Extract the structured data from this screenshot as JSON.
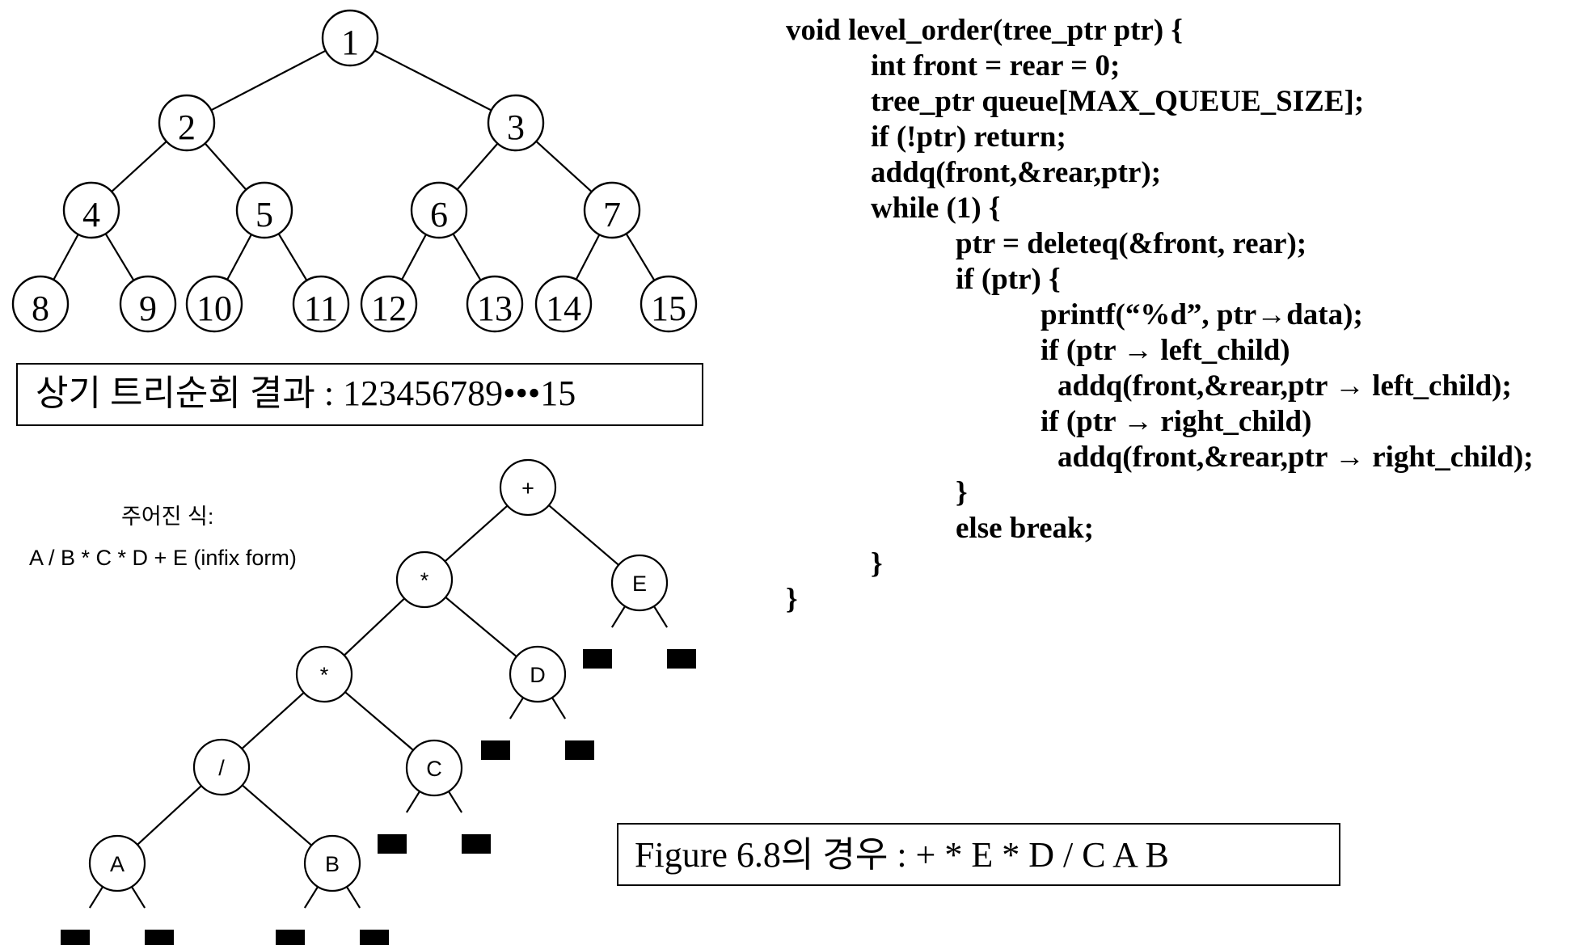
{
  "level_tree": {
    "nodes": [
      {
        "id": 1,
        "label": "1"
      },
      {
        "id": 2,
        "label": "2"
      },
      {
        "id": 3,
        "label": "3"
      },
      {
        "id": 4,
        "label": "4"
      },
      {
        "id": 5,
        "label": "5"
      },
      {
        "id": 6,
        "label": "6"
      },
      {
        "id": 7,
        "label": "7"
      },
      {
        "id": 8,
        "label": "8"
      },
      {
        "id": 9,
        "label": "9"
      },
      {
        "id": 10,
        "label": "10"
      },
      {
        "id": 11,
        "label": "11"
      },
      {
        "id": 12,
        "label": "12"
      },
      {
        "id": 13,
        "label": "13"
      },
      {
        "id": 14,
        "label": "14"
      },
      {
        "id": 15,
        "label": "15"
      }
    ],
    "edges": [
      [
        1,
        2
      ],
      [
        1,
        3
      ],
      [
        2,
        4
      ],
      [
        2,
        5
      ],
      [
        3,
        6
      ],
      [
        3,
        7
      ],
      [
        4,
        8
      ],
      [
        4,
        9
      ],
      [
        5,
        10
      ],
      [
        5,
        11
      ],
      [
        6,
        12
      ],
      [
        6,
        13
      ],
      [
        7,
        14
      ],
      [
        7,
        15
      ]
    ]
  },
  "traversal_result": "상기 트리순회 결과 : 123456789•••15",
  "expression": {
    "caption_title": "주어진 식:",
    "caption_expr": "A / B * C * D + E  (infix form)"
  },
  "expr_tree": {
    "nodes": [
      {
        "id": "plus",
        "label": "+"
      },
      {
        "id": "mul1",
        "label": "*"
      },
      {
        "id": "E",
        "label": "E"
      },
      {
        "id": "mul2",
        "label": "*"
      },
      {
        "id": "D",
        "label": "D"
      },
      {
        "id": "div",
        "label": "/"
      },
      {
        "id": "C",
        "label": "C"
      },
      {
        "id": "A",
        "label": "A"
      },
      {
        "id": "B",
        "label": "B"
      }
    ],
    "edges": [
      [
        "plus",
        "mul1"
      ],
      [
        "plus",
        "E"
      ],
      [
        "mul1",
        "mul2"
      ],
      [
        "mul1",
        "D"
      ],
      [
        "mul2",
        "div"
      ],
      [
        "mul2",
        "C"
      ],
      [
        "div",
        "A"
      ],
      [
        "div",
        "B"
      ]
    ],
    "null_leaf_parents": [
      "E",
      "E",
      "D",
      "D",
      "C",
      "C",
      "A",
      "A",
      "B",
      "B"
    ]
  },
  "figure_result": "Figure 6.8의 경우 : + * E * D / C A B",
  "code": {
    "lines": [
      {
        "indent": 0,
        "text": "void level_order(tree_ptr ptr) {"
      },
      {
        "indent": 1,
        "text": "int front = rear = 0;"
      },
      {
        "indent": 1,
        "text": "tree_ptr queue[MAX_QUEUE_SIZE];"
      },
      {
        "indent": 1,
        "text": "if (!ptr) return;"
      },
      {
        "indent": 1,
        "text": "addq(front,&rear,ptr);"
      },
      {
        "indent": 1,
        "text": "while (1) {"
      },
      {
        "indent": 2,
        "text": "ptr = deleteq(&front, rear);"
      },
      {
        "indent": 2,
        "text": "if (ptr) {"
      },
      {
        "indent": 3,
        "text": "printf(“%d”, ptr→data);"
      },
      {
        "indent": 3,
        "text": "if (ptr → left_child)"
      },
      {
        "indent": 3.2,
        "text": "addq(front,&rear,ptr → left_child);"
      },
      {
        "indent": 3,
        "text": "if (ptr → right_child)"
      },
      {
        "indent": 3.2,
        "text": "addq(front,&rear,ptr → right_child);"
      },
      {
        "indent": 2,
        "text": "}"
      },
      {
        "indent": 2,
        "text": "else break;"
      },
      {
        "indent": 1,
        "text": "}"
      },
      {
        "indent": 0,
        "text": "}"
      }
    ]
  }
}
